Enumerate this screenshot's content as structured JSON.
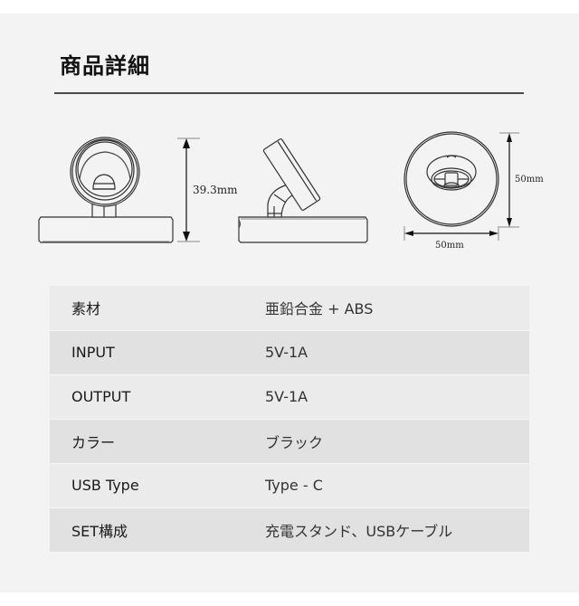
{
  "page": {
    "title": "商品詳細",
    "background": "#f3f3f3",
    "divider_color": "#4a4a4a"
  },
  "drawings": {
    "front_view": {
      "name": "front-view",
      "height_label": "39.3mm"
    },
    "side_view": {
      "name": "side-view"
    },
    "top_view": {
      "name": "top-view",
      "width_label": "50mm",
      "depth_label": "50mm"
    }
  },
  "specs": {
    "rows": [
      {
        "label": "素材",
        "value": "亜鉛合金 + ABS"
      },
      {
        "label": "INPUT",
        "value": "5V-1A"
      },
      {
        "label": "OUTPUT",
        "value": "5V-1A"
      },
      {
        "label": "カラー",
        "value": "ブラック"
      },
      {
        "label": "USB Type",
        "value": "Type - C"
      },
      {
        "label": "SET構成",
        "value": "充電スタンド、USBケーブル"
      }
    ],
    "row_colors": [
      "#ebebeb",
      "#e1e1e1"
    ]
  }
}
